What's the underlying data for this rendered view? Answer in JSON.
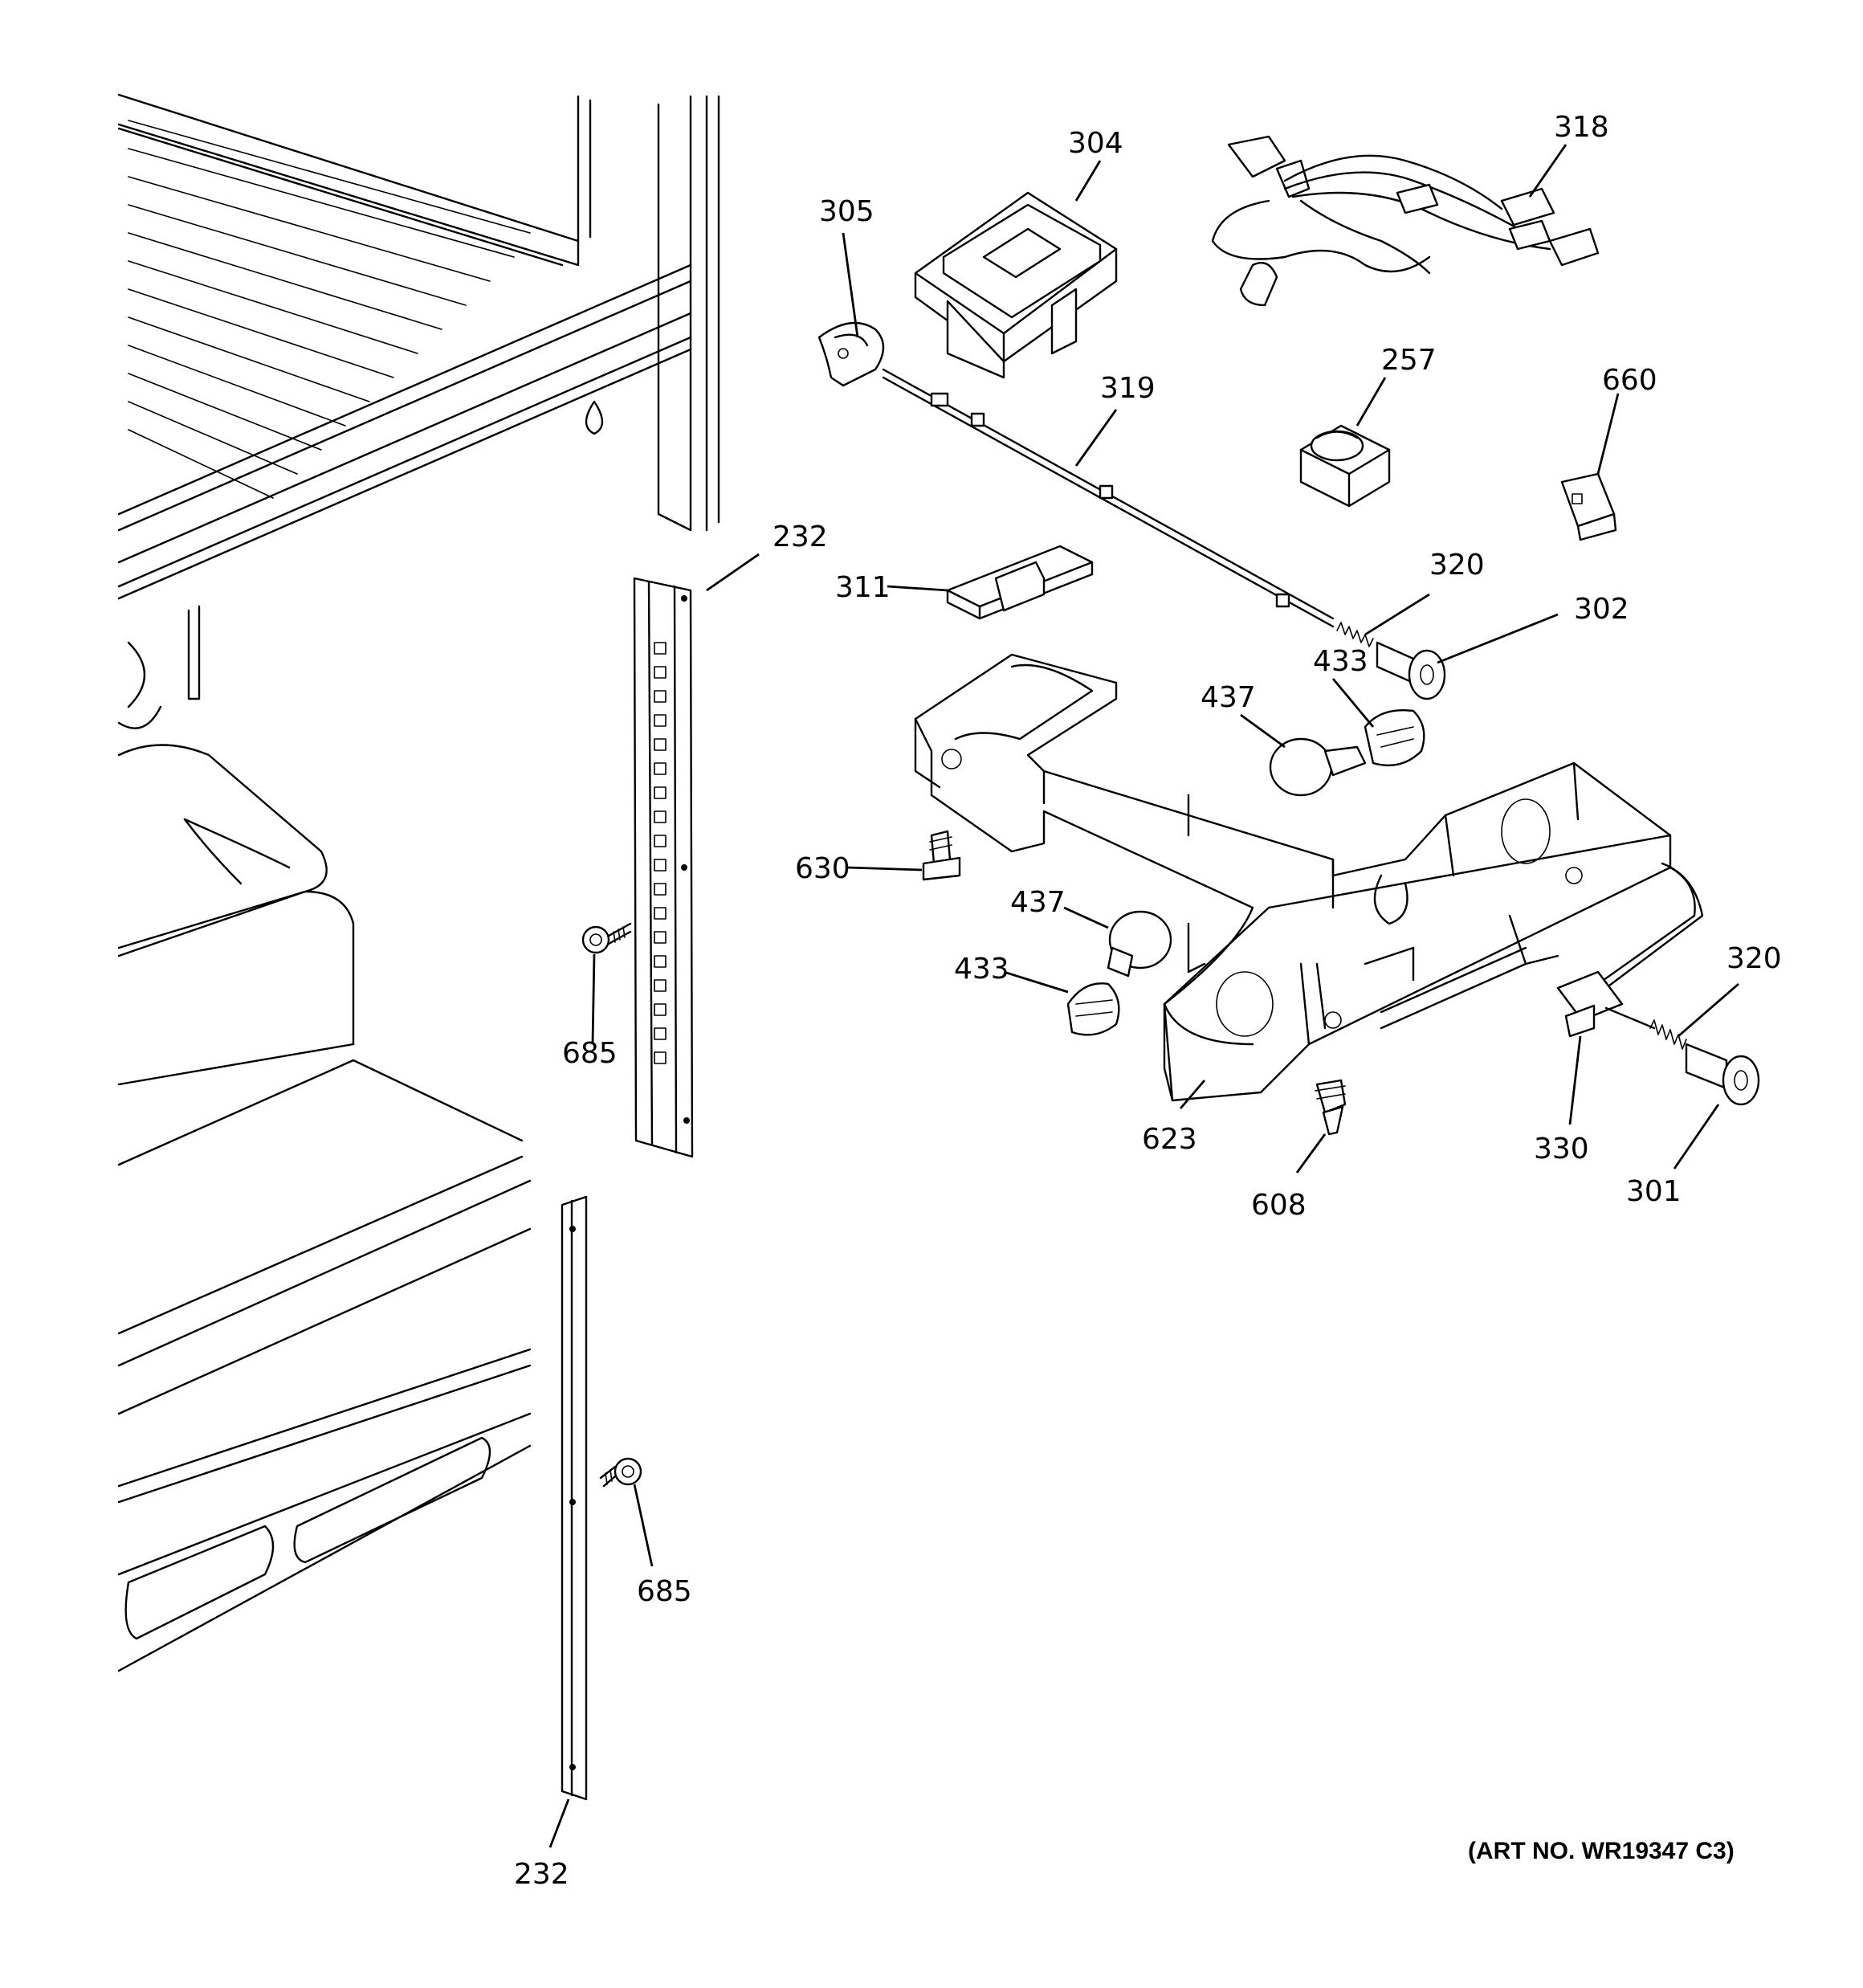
{
  "parts": {
    "p304": "304",
    "p318": "318",
    "p305": "305",
    "p319": "319",
    "p257": "257",
    "p660": "660",
    "p232_top": "232",
    "p311": "311",
    "p320_top": "320",
    "p302": "302",
    "p433_top": "433",
    "p437_top": "437",
    "p630": "630",
    "p437_bottom": "437",
    "p433_bottom": "433",
    "p685_top": "685",
    "p623": "623",
    "p608": "608",
    "p330": "330",
    "p320_bottom": "320",
    "p301": "301",
    "p685_bottom": "685",
    "p232_bottom": "232"
  },
  "art_number": "(ART NO. WR19347 C3)"
}
